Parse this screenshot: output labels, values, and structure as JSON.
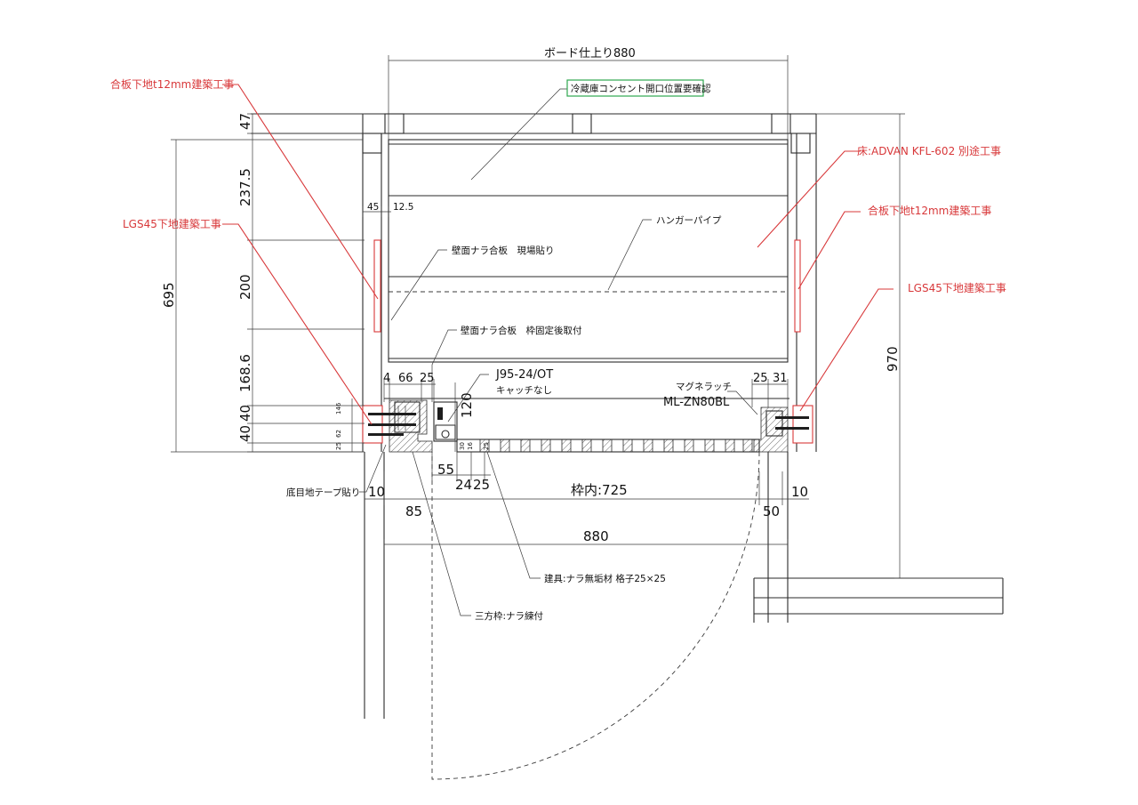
{
  "labels": {
    "board_width": "ボード仕上り880",
    "outlet_note": "冷蔵庫コンセント開口位置要確認",
    "plywood_left": "合板下地t12mm建築工事",
    "lgs_left": "LGS45下地建築工事",
    "floor_note": "床:ADVAN KFL-602 別途工事",
    "plywood_right": "合板下地t12mm建築工事",
    "lgs_right": "LGS45下地建築工事",
    "hanger_pipe": "ハンガーパイプ",
    "wall_plywood_site": "壁面ナラ合板　現場貼り",
    "wall_plywood_after": "壁面ナラ合板　枠固定後取付",
    "hinge_model": "J95-24/OT",
    "hinge_note": "キャッチなし",
    "magnet_latch": "マグネラッチ",
    "magnet_model": "ML-ZN80BL",
    "joint_tape": "底目地テープ貼り",
    "door_spec": "建具:ナラ無垢材 格子25×25",
    "frame_spec": "三方枠:ナラ練付"
  },
  "dimensions": {
    "d47": "47",
    "d237_5": "237.5",
    "d200": "200",
    "d168_6": "168.6",
    "d40a": "40",
    "d40b": "40",
    "d695": "695",
    "d970": "970",
    "d45": "45",
    "d12_5": "12.5",
    "d4": "4",
    "d66": "66",
    "d25a": "25",
    "d120": "120",
    "d25b": "25",
    "d31": "31",
    "d10a": "10",
    "d10b": "10",
    "d55": "55",
    "d24": "24",
    "d25c": "25",
    "inner": "枠内:725",
    "d85": "85",
    "d50": "50",
    "d880": "880",
    "s146": "146",
    "s62": "62",
    "s25": "25",
    "s30": "30",
    "s16": "16",
    "s25b": "25"
  },
  "colors": {
    "line": "#2a2a2a",
    "annotation_red": "#d8383a",
    "note_box_green": "#2fa84f"
  }
}
